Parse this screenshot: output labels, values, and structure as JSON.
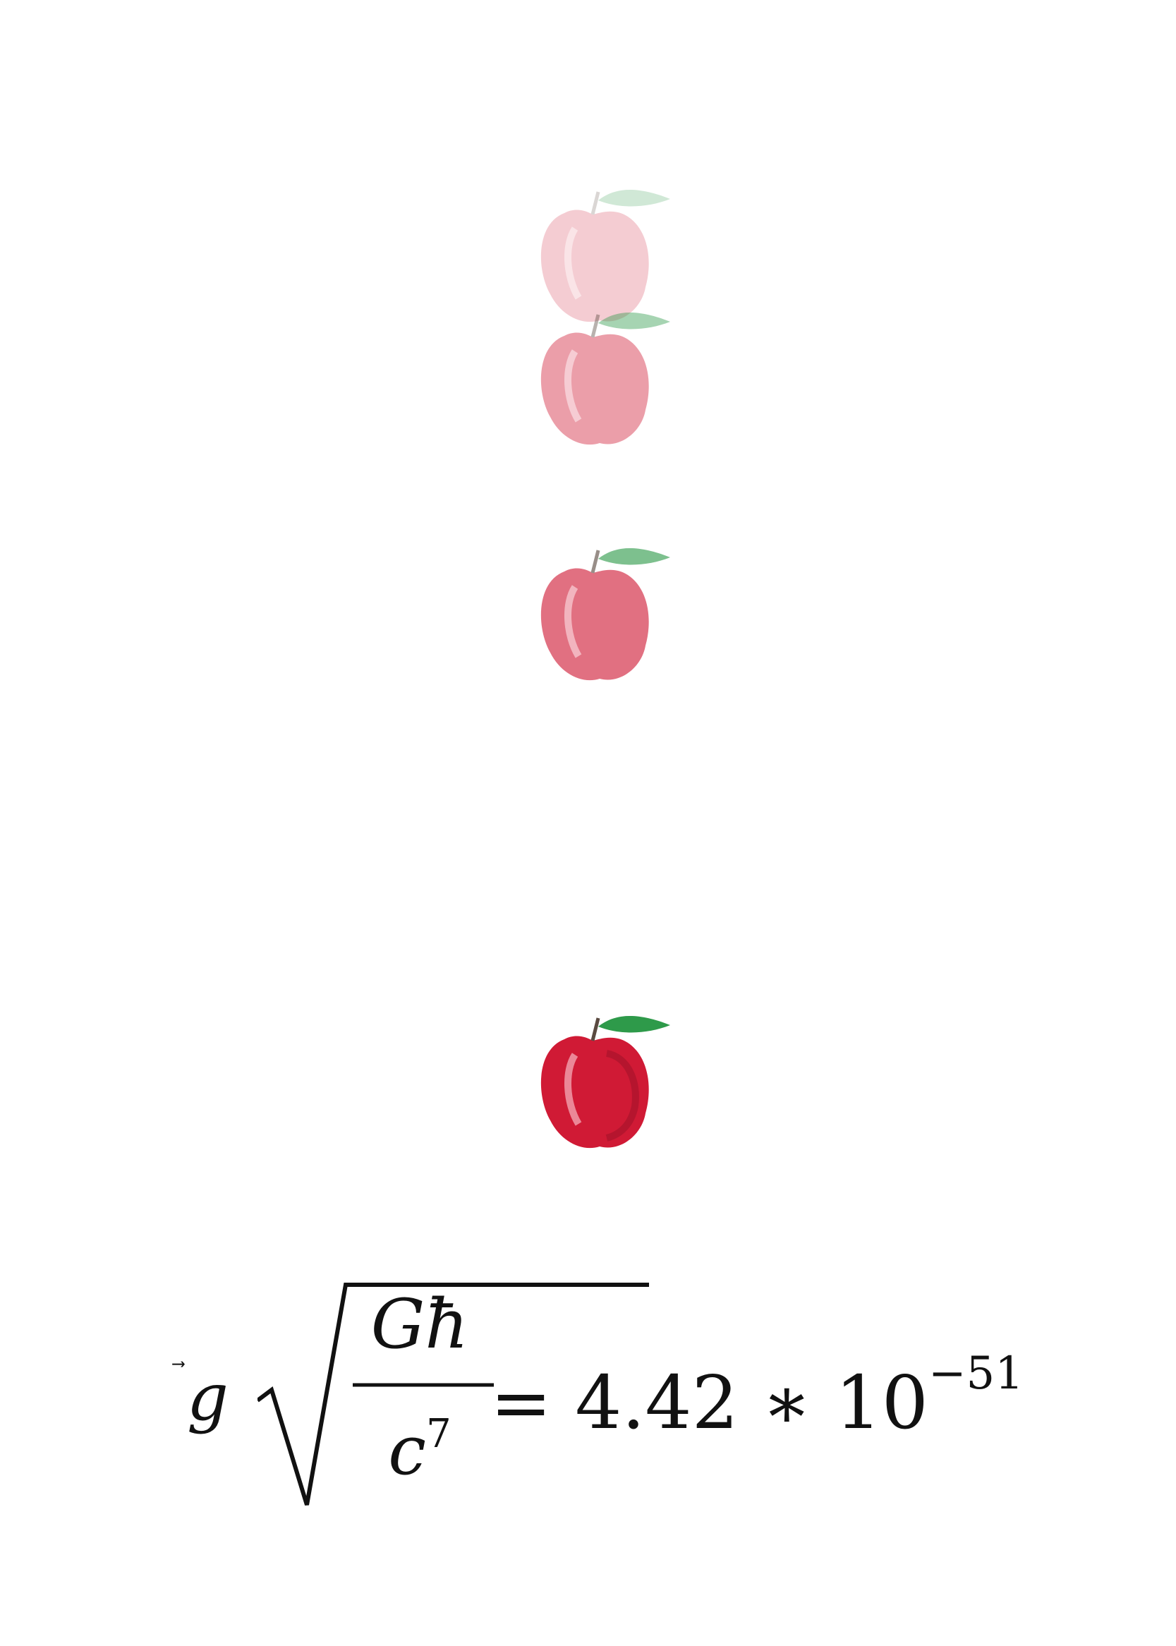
{
  "illustration": {
    "apples": [
      {
        "name": "apple",
        "opacity": 0.22
      },
      {
        "name": "apple",
        "opacity": 0.42
      },
      {
        "name": "apple",
        "opacity": 0.62
      },
      {
        "name": "apple",
        "opacity": 1.0
      }
    ],
    "colors": {
      "apple_red": "#d01a35",
      "apple_dark": "#a3122a",
      "leaf_green": "#2e9a4a",
      "stem": "#5a4a40"
    }
  },
  "equation": {
    "vector_symbol": "g",
    "numerator": "Għ",
    "denominator_base": "c",
    "denominator_exponent": "7",
    "equals": "=",
    "value": "4.42",
    "times": "∗",
    "base": "10",
    "exponent": "−51"
  }
}
